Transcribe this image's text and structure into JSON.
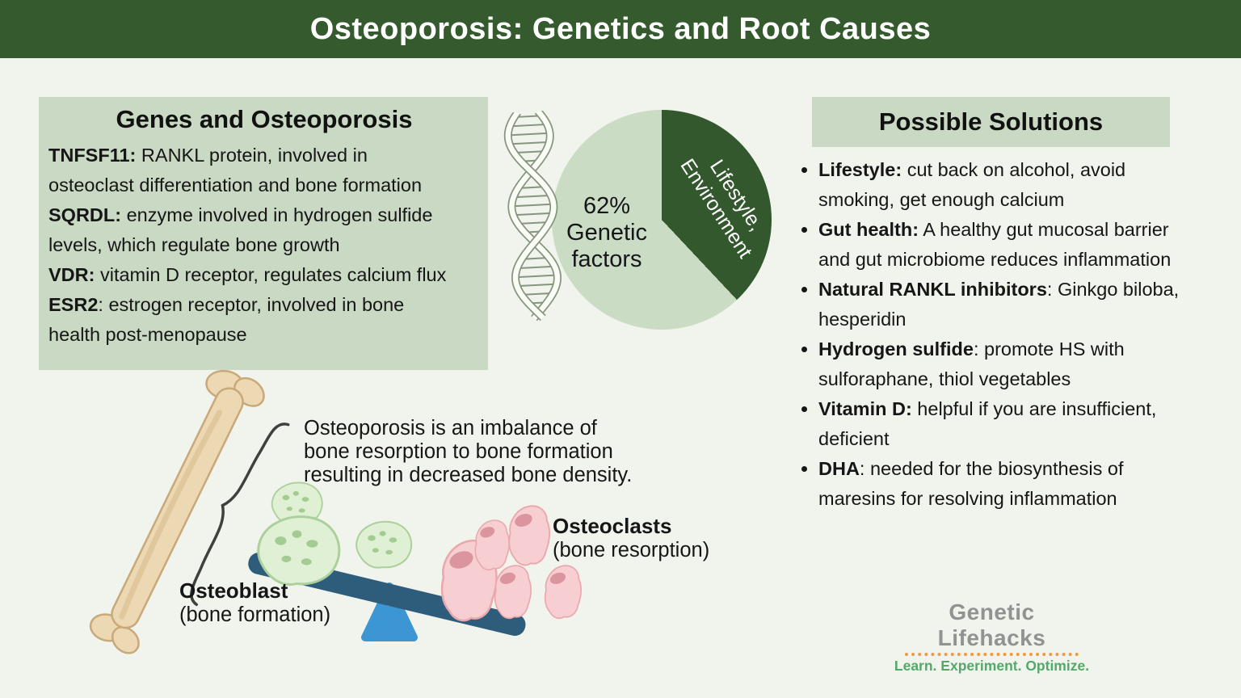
{
  "header": {
    "title": "Osteoporosis: Genetics and Root Causes"
  },
  "genes_box": {
    "title": "Genes and Osteoporosis",
    "items": [
      {
        "name": "TNFSF11:",
        "desc": " RANKL protein, involved in\nosteoclast differentiation and bone formation"
      },
      {
        "name": "SQRDL:",
        "desc": " enzyme involved in hydrogen sulfide\nlevels, which regulate bone growth"
      },
      {
        "name": "VDR:",
        "desc": " vitamin D receptor, regulates calcium flux"
      },
      {
        "name": "ESR2",
        "desc": ": estrogen receptor, involved in bone\nhealth post-menopause"
      }
    ]
  },
  "chart_data": {
    "type": "pie",
    "slices": [
      {
        "label": "Genetic factors",
        "value": 62,
        "color": "#cbdcc5",
        "display": "62%\nGenetic\nfactors"
      },
      {
        "label": "Lifestyle, Environment",
        "value": 38,
        "color": "#33582d",
        "display": "Lifestyle,\nEnvironment"
      }
    ],
    "legend": false
  },
  "solutions_box": {
    "title": "Possible Solutions",
    "items": [
      {
        "label": "Lifestyle:",
        "desc": " cut back on alcohol, avoid\nsmoking, get enough calcium"
      },
      {
        "label": "Gut health:",
        "desc": " A healthy gut mucosal barrier\nand gut microbiome reduces inflammation"
      },
      {
        "label": "Natural RANKL inhibitors",
        "desc": ": Ginkgo biloba,\nhesperidin"
      },
      {
        "label": "Hydrogen sulfide",
        "desc": ": promote HS with\nsulforaphane, thiol vegetables"
      },
      {
        "label": "Vitamin D:",
        "desc": " helpful if you are insufficient,\ndeficient"
      },
      {
        "label": "DHA",
        "desc": ": needed for the biosynthesis of\nmaresins for resolving inflammation"
      }
    ]
  },
  "balance": {
    "caption": "Osteoporosis is an imbalance of\nbone resorption to bone formation\nresulting in decreased bone density.",
    "osteoblast_label": "Osteoblast",
    "osteoblast_sub": "(bone formation)",
    "osteoclasts_label": "Osteoclasts",
    "osteoclasts_sub": "(bone resorption)"
  },
  "logo": {
    "name": "Genetic Lifehacks",
    "tagline": "Learn. Experiment. Optimize."
  },
  "illustrations": {
    "dna": "dna-double-helix",
    "bone": "long-bone",
    "brace": "curly-brace",
    "seesaw": "balance-scale",
    "green_cells": "osteoblast-cells",
    "pink_cells": "osteoclast-cells"
  },
  "colors": {
    "page_bg": "#f1f4ec",
    "header_bg": "#345a2e",
    "panel_bg": "#c9d9c3",
    "pie_light": "#cbdcc5",
    "pie_dark": "#33582d",
    "plank": "#2e5c7b",
    "fulcrum": "#3b96d3",
    "logo_gray": "#8f9492",
    "logo_orange": "#f09a3e",
    "logo_green": "#55a76a"
  }
}
